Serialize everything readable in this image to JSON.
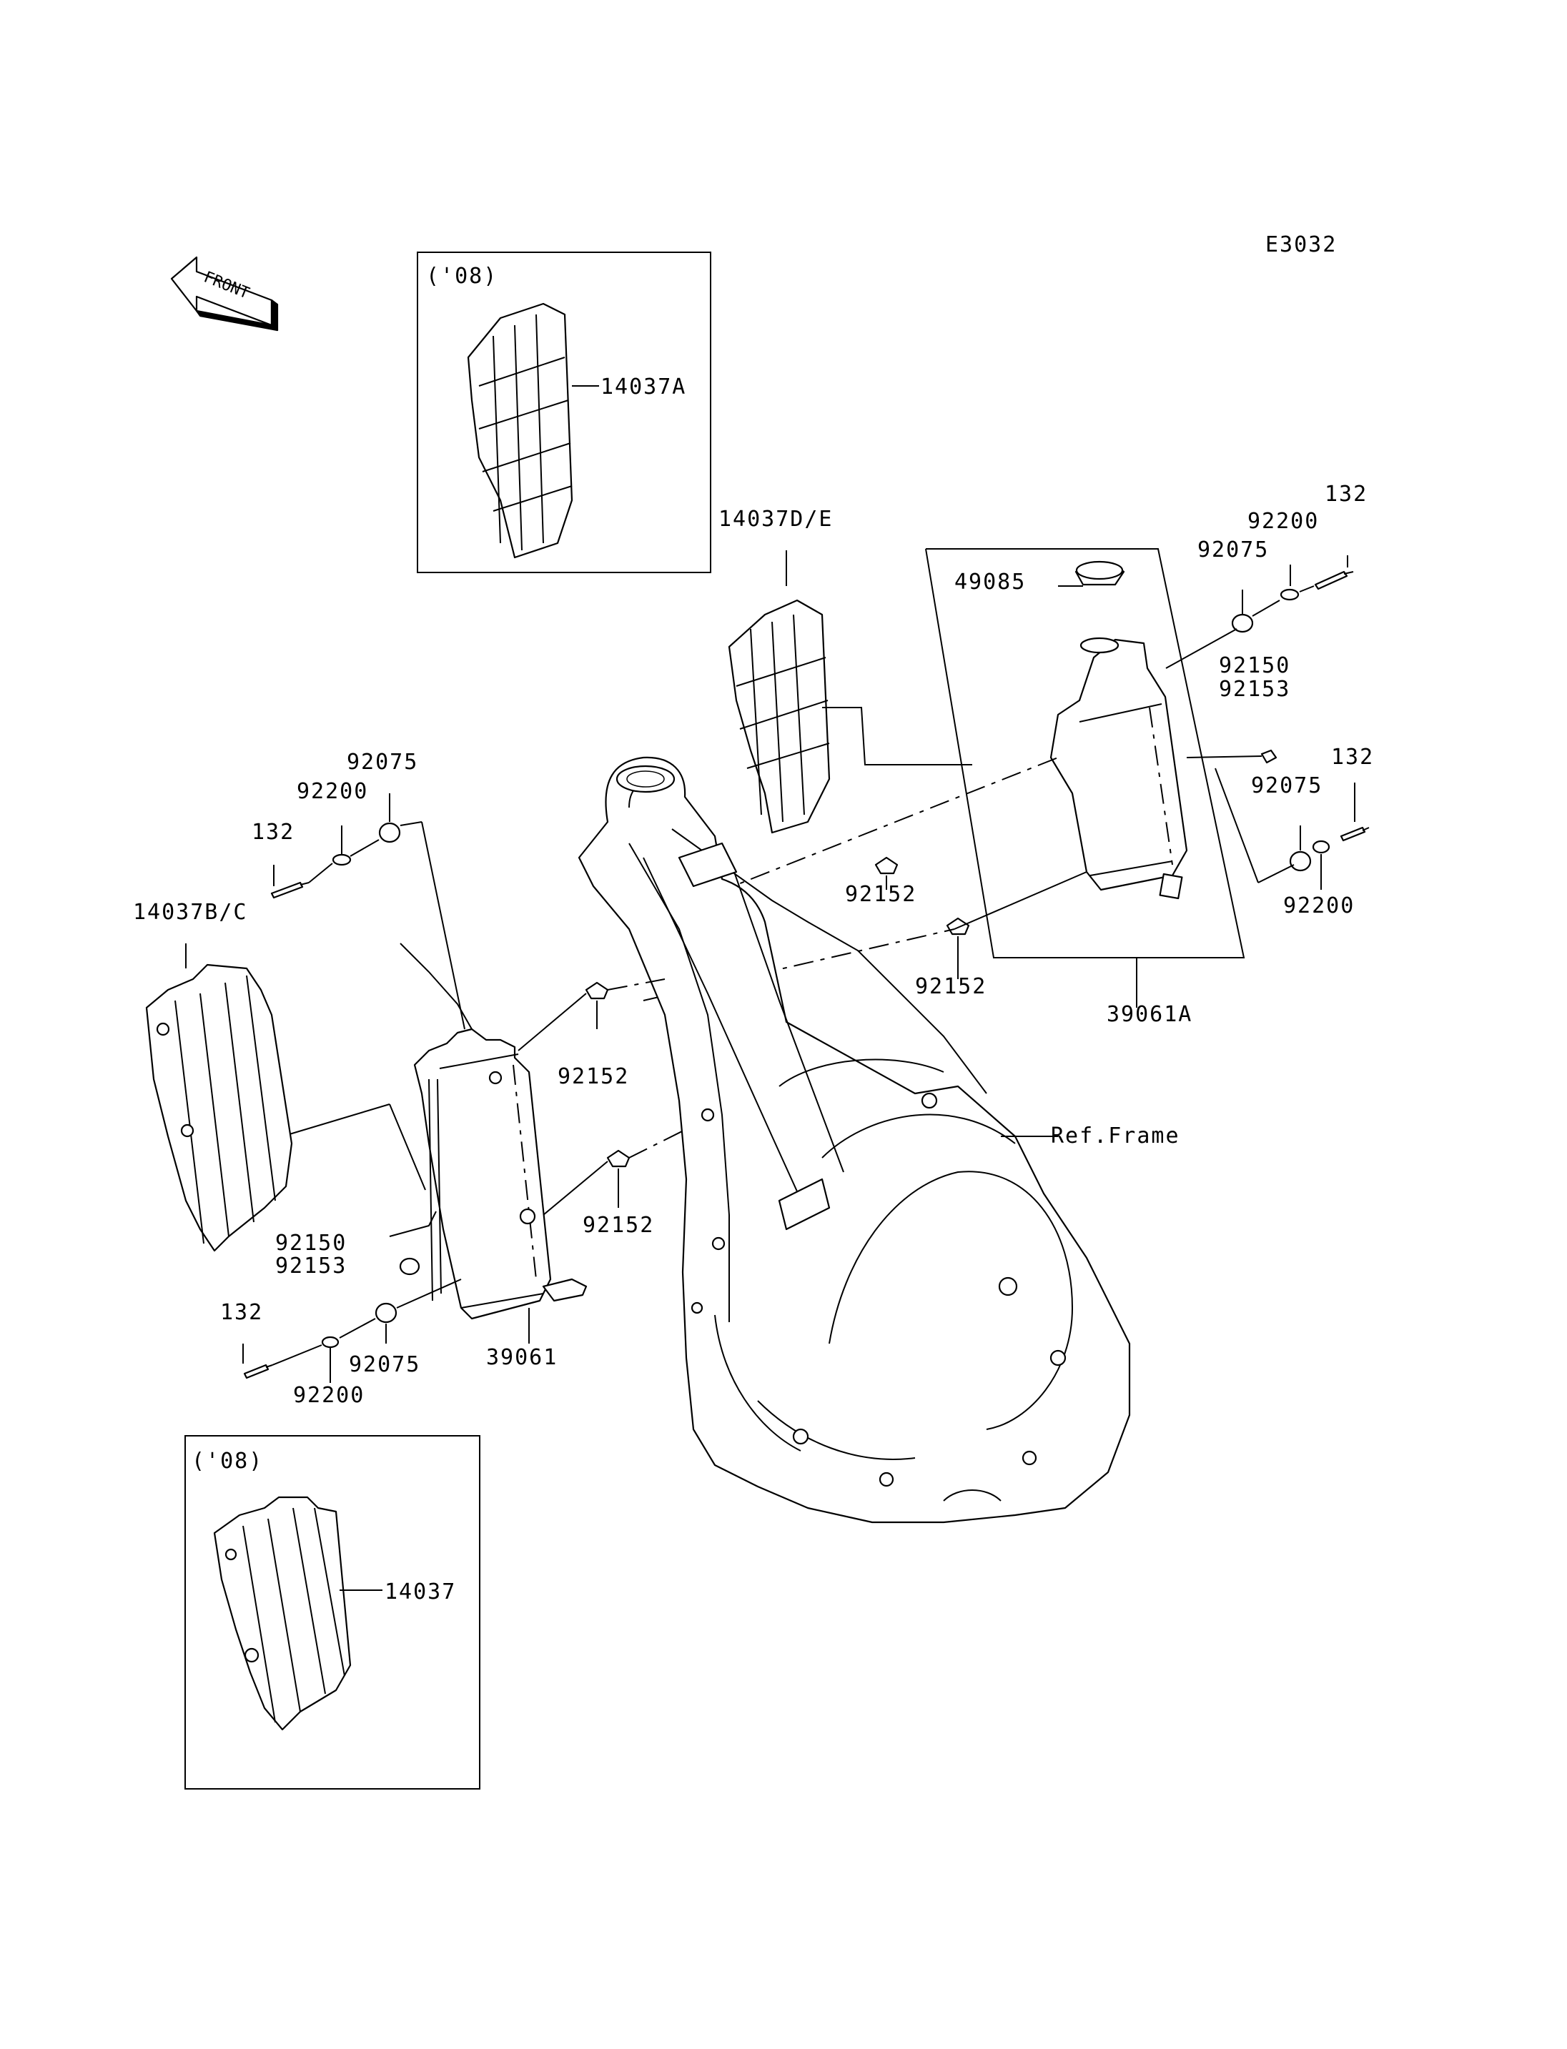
{
  "diagram_code": "E3032",
  "front_label": "FRONT",
  "inset_top": {
    "year": "('08)",
    "part": "14037A"
  },
  "inset_bottom": {
    "year": "('08)",
    "part": "14037"
  },
  "labels": {
    "l_14037de": "14037D/E",
    "l_49085": "49085",
    "l_92075_tr": "92075",
    "l_92200_tr": "92200",
    "l_132_tr": "132",
    "l_92150_r": "92150",
    "l_92153_r": "92153",
    "l_132_r2": "132",
    "l_92075_r2": "92075",
    "l_92200_r2": "92200",
    "l_92152_c1": "92152",
    "l_92152_c2": "92152",
    "l_39061a": "39061A",
    "l_92075_l": "92075",
    "l_92200_l": "92200",
    "l_132_l": "132",
    "l_14037bc": "14037B/C",
    "l_92152_l1": "92152",
    "l_92152_l2": "92152",
    "l_ref_frame": "Ref.Frame",
    "l_92150_l": "92150",
    "l_92153_l": "92153",
    "l_132_l2": "132",
    "l_92075_l2": "92075",
    "l_92200_l2": "92200",
    "l_39061": "39061"
  }
}
